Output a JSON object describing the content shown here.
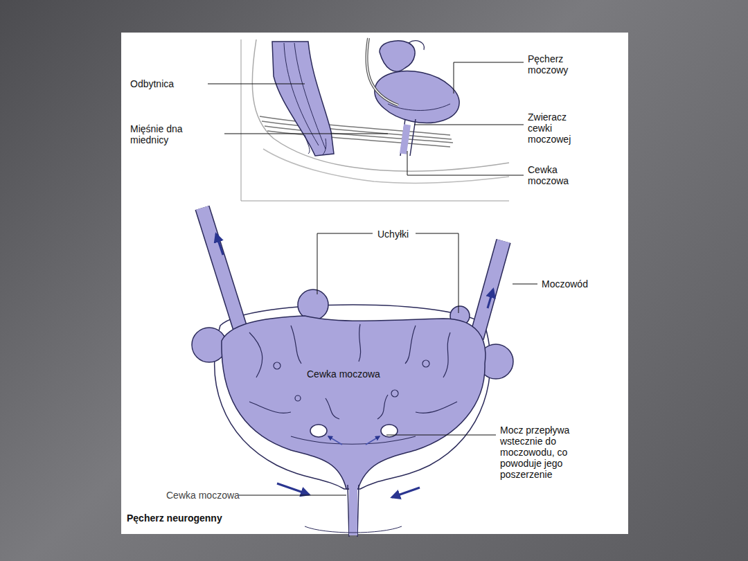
{
  "diagram": {
    "caption": "Pęcherz neurogenny",
    "labels": [
      "Odbytnica",
      "Mięśnie dna miednicy",
      "Pęcherz moczowy",
      "Zwieracz cewki moczowej",
      "Cewka moczowa",
      "Uchyłki",
      "Moczowód",
      "Cewka moczowa",
      "Mocz przepływa wstecznie do moczowodu, co powoduje jego poszerzenie",
      "Cewka moczowa"
    ]
  }
}
